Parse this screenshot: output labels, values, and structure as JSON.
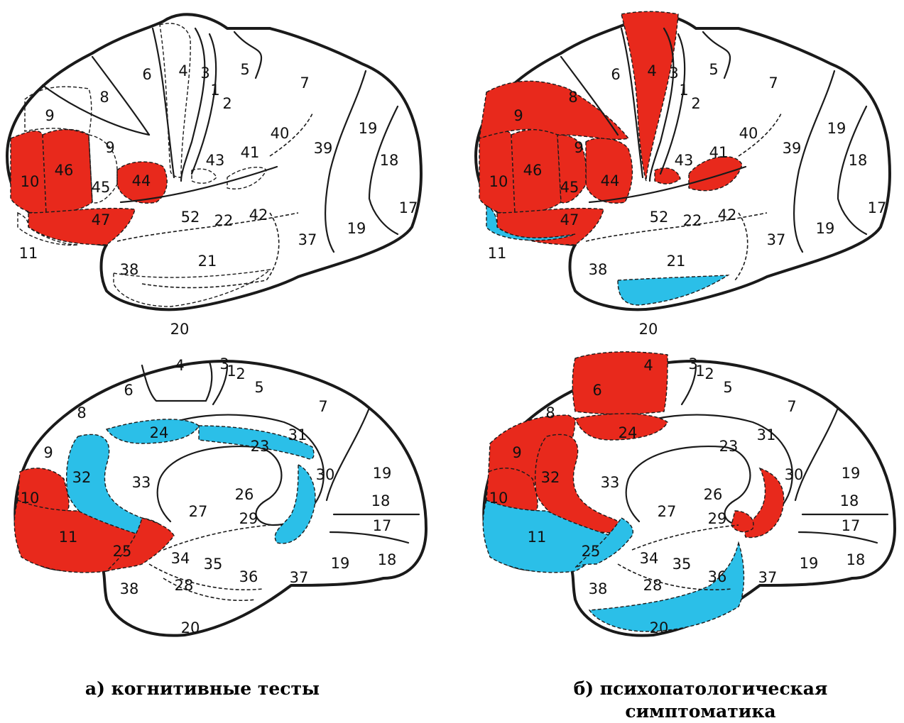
{
  "colors": {
    "red": "#e8291c",
    "blue": "#2bbfe8",
    "outline": "#1a1a1a"
  },
  "captions": {
    "a": "а) когнитивные тесты",
    "b_line1": "б) психопатологическая",
    "b_line2": "симптоматика"
  },
  "panels": [
    {
      "id": "a-lateral",
      "labels": [
        "4",
        "3",
        "1",
        "2",
        "5",
        "6",
        "7",
        "8",
        "9",
        "9",
        "10",
        "46",
        "45",
        "44",
        "47",
        "11",
        "43",
        "41",
        "40",
        "39",
        "19",
        "18",
        "17",
        "52",
        "22",
        "42",
        "37",
        "19",
        "21",
        "38",
        "20"
      ],
      "red": [
        "10",
        "46",
        "44",
        "47"
      ],
      "blue": []
    },
    {
      "id": "b-lateral",
      "labels": [
        "4",
        "3",
        "1",
        "2",
        "5",
        "6",
        "7",
        "8",
        "9",
        "9",
        "10",
        "46",
        "45",
        "44",
        "47",
        "11",
        "43",
        "41",
        "40",
        "39",
        "19",
        "18",
        "17",
        "52",
        "22",
        "42",
        "37",
        "19",
        "21",
        "38",
        "20"
      ],
      "red": [
        "4",
        "9",
        "10",
        "46",
        "45",
        "44",
        "47",
        "43",
        "41"
      ],
      "blue": [
        "11",
        "20"
      ]
    },
    {
      "id": "a-medial",
      "labels": [
        "4",
        "3",
        "1",
        "2",
        "5",
        "6",
        "7",
        "8",
        "24",
        "31",
        "23",
        "9",
        "32",
        "33",
        "19",
        "30",
        "10",
        "26",
        "18",
        "27",
        "29",
        "11",
        "17",
        "25",
        "34",
        "35",
        "19",
        "18",
        "36",
        "28",
        "37",
        "38",
        "20"
      ],
      "red": [
        "10",
        "11",
        "25"
      ],
      "blue": [
        "24",
        "23",
        "32",
        "30"
      ]
    },
    {
      "id": "b-medial",
      "labels": [
        "4",
        "3",
        "1",
        "2",
        "5",
        "6",
        "7",
        "8",
        "24",
        "31",
        "23",
        "9",
        "32",
        "33",
        "19",
        "30",
        "10",
        "26",
        "18",
        "27",
        "29",
        "11",
        "17",
        "25",
        "34",
        "35",
        "19",
        "18",
        "36",
        "28",
        "37",
        "38",
        "20"
      ],
      "red": [
        "4",
        "9",
        "10",
        "32",
        "24",
        "30",
        "29"
      ],
      "blue": [
        "11",
        "25",
        "20"
      ]
    }
  ]
}
